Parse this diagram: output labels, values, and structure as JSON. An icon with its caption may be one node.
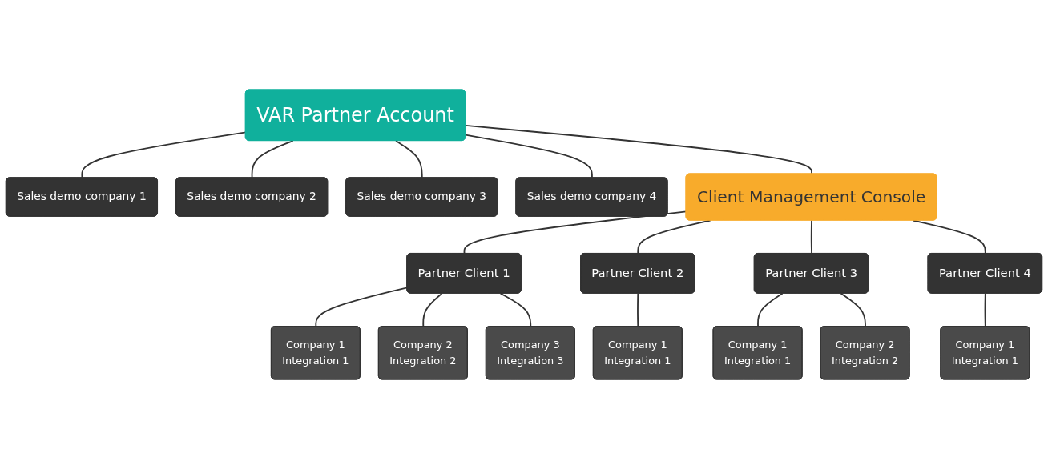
{
  "diagram": {
    "nodes": [
      {
        "text": [
          "VAR Partner Account"
        ]
      },
      {
        "text": [
          "Sales demo company 1"
        ]
      },
      {
        "text": [
          "Sales demo company 2"
        ]
      },
      {
        "text": [
          "Sales demo company 3"
        ]
      },
      {
        "text": [
          "Sales demo company 4"
        ]
      },
      {
        "text": [
          "Client Management Console"
        ]
      },
      {
        "text": [
          "Partner Client 1"
        ]
      },
      {
        "text": [
          "Partner Client 2"
        ]
      },
      {
        "text": [
          "Partner Client 3"
        ]
      },
      {
        "text": [
          "Partner Client 4"
        ]
      },
      {
        "text": [
          "Company 1",
          "Integration 1"
        ]
      },
      {
        "text": [
          "Company 2",
          "Integration 2"
        ]
      },
      {
        "text": [
          "Company 3",
          "Integration 3"
        ]
      },
      {
        "text": [
          "Company 1",
          "Integration 1"
        ]
      },
      {
        "text": [
          "Company 1",
          "Integration 1"
        ]
      },
      {
        "text": [
          "Company 2",
          "Integration 2"
        ]
      },
      {
        "text": [
          "Company 1",
          "Integration 1"
        ]
      }
    ],
    "edges": [
      {
        "from": 0,
        "to": 1,
        "arrow": "none"
      },
      {
        "from": 0,
        "to": 2,
        "arrow": "none"
      },
      {
        "from": 0,
        "to": 3,
        "arrow": "none"
      },
      {
        "from": 0,
        "to": 4,
        "arrow": "none"
      },
      {
        "from": 0,
        "to": 5,
        "arrow": "none"
      },
      {
        "from": 5,
        "to": 6,
        "arrow": "none"
      },
      {
        "from": 5,
        "to": 7,
        "arrow": "none"
      },
      {
        "from": 5,
        "to": 8,
        "arrow": "none"
      },
      {
        "from": 5,
        "to": 9,
        "arrow": "none"
      },
      {
        "from": 6,
        "to": 10,
        "arrow": "none"
      },
      {
        "from": 6,
        "to": 11,
        "arrow": "none"
      },
      {
        "from": 6,
        "to": 12,
        "arrow": "none"
      },
      {
        "from": 7,
        "to": 13,
        "arrow": "none"
      },
      {
        "from": 8,
        "to": 14,
        "arrow": "none"
      },
      {
        "from": 8,
        "to": 15,
        "arrow": "none"
      },
      {
        "from": 9,
        "to": 16,
        "arrow": "none"
      }
    ]
  }
}
